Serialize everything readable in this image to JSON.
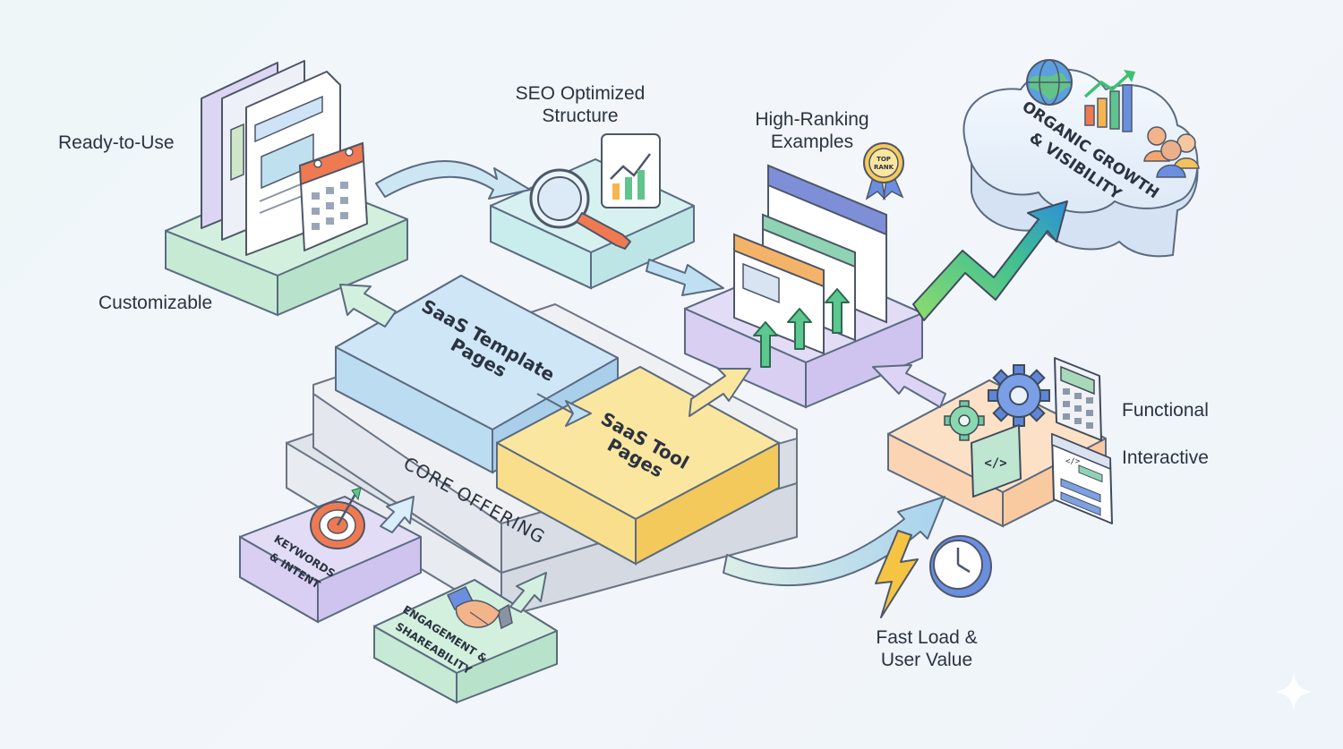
{
  "labels": {
    "ready_to_use": "Ready-to-Use",
    "customizable": "Customizable",
    "seo_line1": "SEO Optimized",
    "seo_line2": "Structure",
    "hr_line1": "High-Ranking",
    "hr_line2": "Examples",
    "functional": "Functional",
    "interactive": "Interactive",
    "fast_line1": "Fast Load &",
    "fast_line2": "User Value"
  },
  "blocks": {
    "template_line1": "SaaS Template",
    "template_line2": "Pages",
    "tool_line1": "SaaS Tool",
    "tool_line2": "Pages",
    "core": "CORE OFFERING",
    "keywords_line1": "KEYWORDS",
    "keywords_line2": "& INTENT",
    "engagement_line1": "ENGAGEMENT &",
    "engagement_line2": "SHAREABILITY",
    "organic_line1": "ORGANIC GROWTH",
    "organic_line2": "& VISIBILITY",
    "badge_line1": "TOP",
    "badge_line2": "RANK"
  },
  "colors": {
    "template_blue": "#cfe6f7",
    "tool_yellow": "#fbe6a0",
    "green_platform": "#cdeedd",
    "teal_platform": "#d3eef0",
    "purple_platform": "#e3dcf6",
    "orange_platform": "#fde1c6",
    "core_platform": "#eef0f4",
    "accent_orange": "#ef7a52",
    "growth_green": "#4cc38a"
  }
}
